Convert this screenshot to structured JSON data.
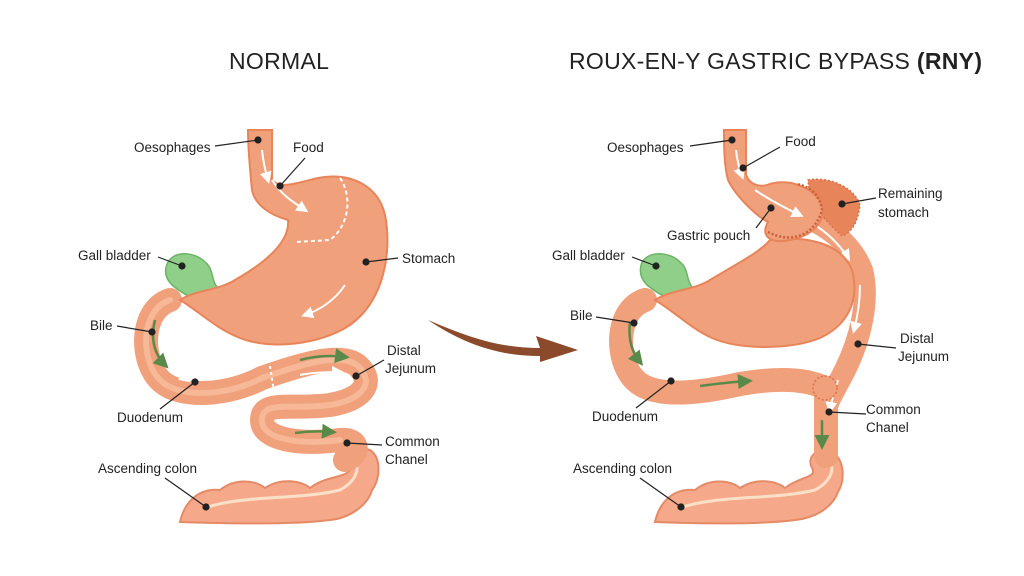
{
  "normal": {
    "title": "NORMAL",
    "labels": {
      "oesophages": "Oesophages",
      "food": "Food",
      "gall_bladder": "Gall bladder",
      "stomach": "Stomach",
      "bile": "Bile",
      "distal_1": "Distal",
      "distal_2": "Jejunum",
      "duodenum": "Duodenum",
      "common_1": "Common",
      "common_2": "Chanel",
      "ascending_colon": "Ascending colon"
    }
  },
  "rny": {
    "title_main": "ROUX-EN-Y GASTRIC BYPASS",
    "title_abbr": "(RNY)",
    "labels": {
      "oesophages": "Oesophages",
      "food": "Food",
      "remaining_1": "Remaining",
      "remaining_2": "stomach",
      "gastric_pouch": "Gastric pouch",
      "gall_bladder": "Gall bladder",
      "bile": "Bile",
      "distal_1": "Distal",
      "distal_2": "Jejunum",
      "duodenum": "Duodenum",
      "common_1": "Common",
      "common_2": "Chanel",
      "ascending_colon": "Ascending colon"
    }
  },
  "colors": {
    "organ": "#f0a07a",
    "organ_dark": "#e8845a",
    "organ_light": "#f8c2a4",
    "gall": "#8fcf8a",
    "flow_arrow_green": "#5a8a4a",
    "transition_arrow": "#8b4a2b"
  }
}
